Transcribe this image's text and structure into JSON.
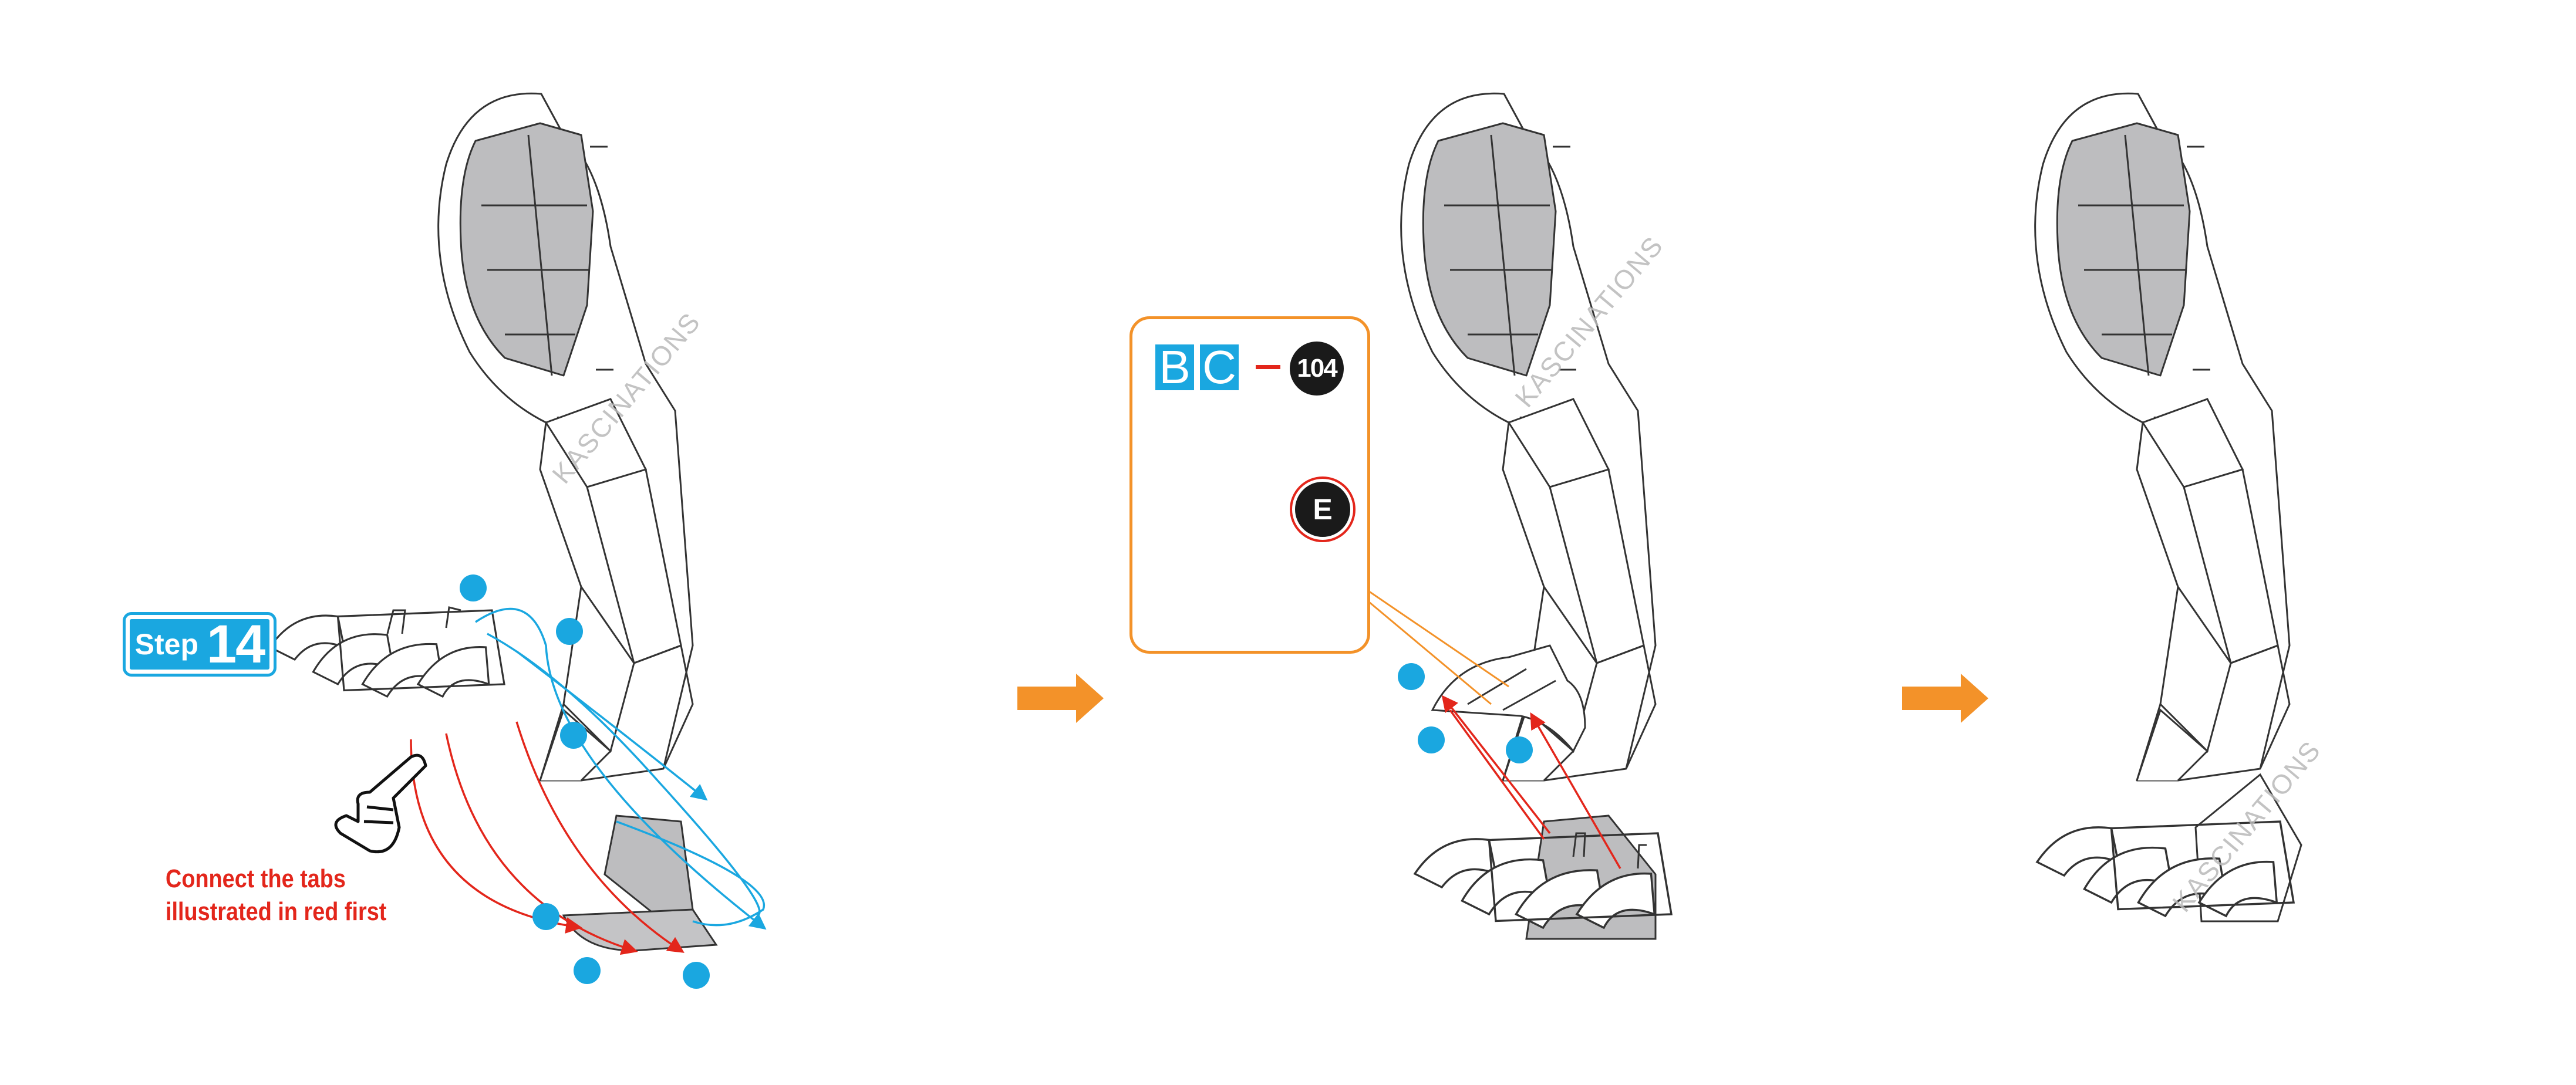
{
  "step": {
    "label": "Step",
    "number": "14"
  },
  "instruction": {
    "line1": "Connect the tabs",
    "line2": "illustrated in red first"
  },
  "watermark": "KASCINATIONS",
  "inset": {
    "letter1": "B",
    "letter2": "C",
    "part_number": "104",
    "piece_label": "E"
  },
  "colors": {
    "accent_blue": "#1aa7e0",
    "accent_red": "#e3261b",
    "arrow_orange": "#f39229",
    "piece_purple": "#7b3a93",
    "piece_red": "#e2603e",
    "part_gray": "#bdbdbf",
    "outline": "#333333"
  },
  "icons": [
    "pointing-hand-icon",
    "next-arrow-icon",
    "down-arrow-icon"
  ]
}
